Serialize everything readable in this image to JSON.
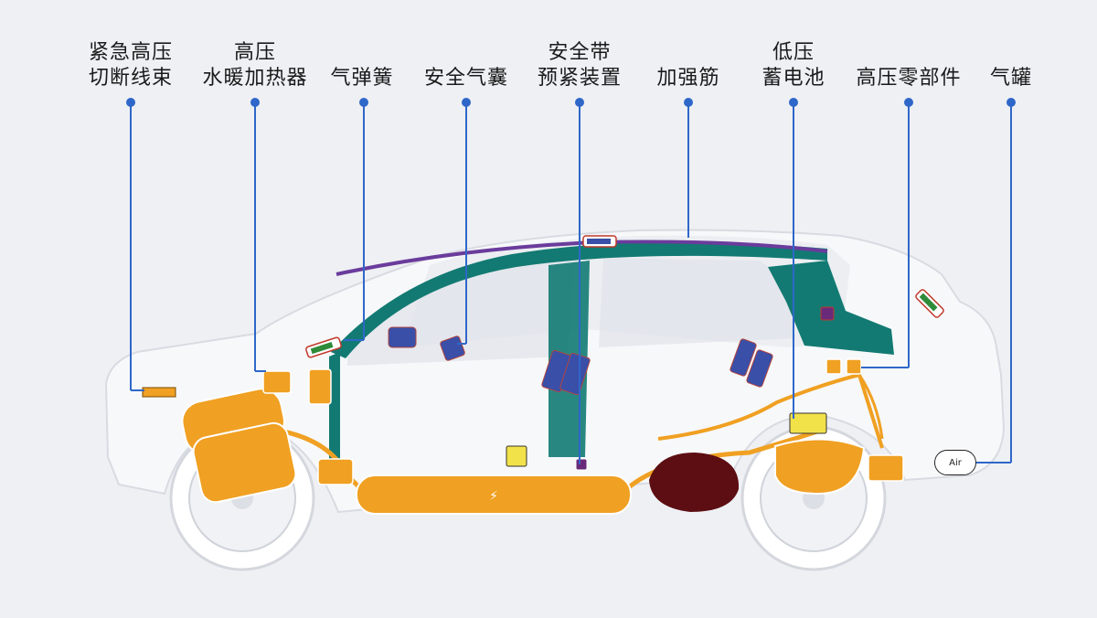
{
  "diagram": {
    "labels": {
      "hv_cutoff": [
        "紧急高压",
        "切断线束"
      ],
      "hv_water_heater": [
        "高压",
        "水暖加热器"
      ],
      "gas_spring": [
        "气弹簧"
      ],
      "airbag": [
        "安全气囊"
      ],
      "seatbelt_pretensioner": [
        "安全带",
        "预紧装置"
      ],
      "reinforcement_rib": [
        "加强筋"
      ],
      "lv_battery": [
        "低压",
        "蓄电池"
      ],
      "hv_components": [
        "高压零部件"
      ],
      "gas_tank": [
        "气罐"
      ]
    },
    "air_badge": "Air",
    "colors": {
      "background": "#eef0f4",
      "leader_line": "#2f67c9",
      "hv_orange": "#f0a022",
      "frame_teal": "#127a73",
      "airbag_blue": "#3a4fa8",
      "fuel_tank": "#5c0e12",
      "gas_spring_green": "#2e8b3a",
      "pretensioner_yellow": "#f2e24a"
    }
  }
}
